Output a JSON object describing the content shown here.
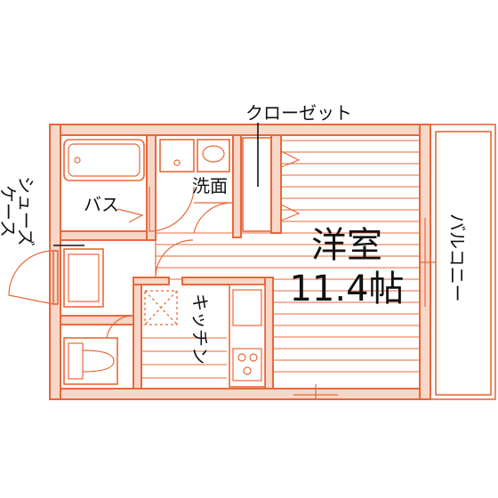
{
  "plan": {
    "labels": {
      "closet": "クローゼット",
      "washroom": "洗面",
      "bath": "バス",
      "shoe_case_1": "シューズ",
      "shoe_case_2": "ケース",
      "western_room": "洋室",
      "area": "11.4帖",
      "kitchen": "キッチン",
      "balcony": "バルコニー"
    },
    "colors": {
      "line": "#e8683a",
      "wall_fill": "#f6d7c8",
      "background": "#ffffff",
      "text": "#111111"
    }
  }
}
